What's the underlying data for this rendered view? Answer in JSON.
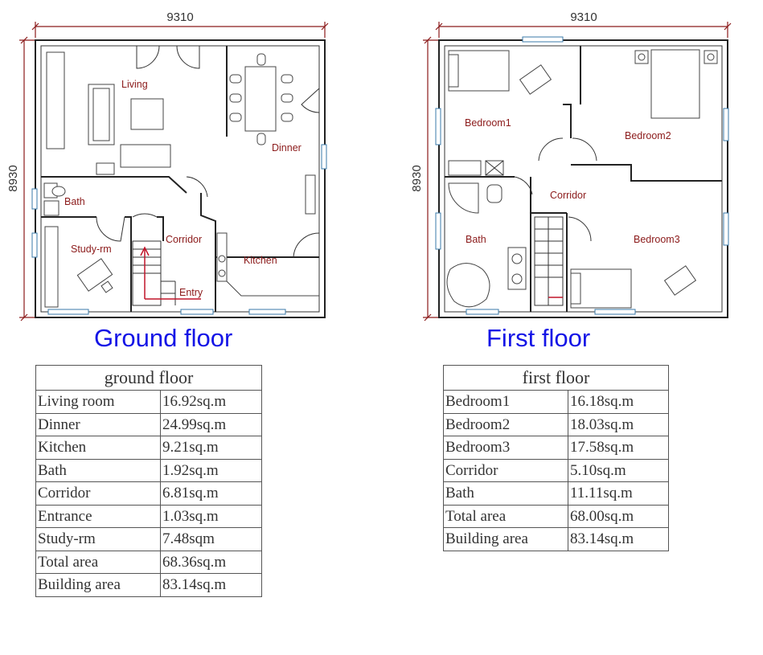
{
  "dimensions": {
    "ground_width": "9310",
    "ground_depth": "8930",
    "first_width": "9310",
    "first_depth": "8930"
  },
  "ground_rooms": {
    "living": "Living",
    "dinner": "Dinner",
    "bath": "Bath",
    "corridor": "Corridor",
    "study": "Study-rm",
    "kitchen": "Kitchen",
    "entry": "Entry"
  },
  "first_rooms": {
    "bedroom1": "Bedroom1",
    "bedroom2": "Bedroom2",
    "corridor": "Corridor",
    "bath": "Bath",
    "bedroom3": "Bedroom3"
  },
  "titles": {
    "ground": "Ground floor",
    "first": "First floor"
  },
  "ground_table": {
    "header": "ground floor",
    "rows": [
      {
        "room": "Living room",
        "area": "16.92sq.m"
      },
      {
        "room": "Dinner",
        "area": "24.99sq.m"
      },
      {
        "room": "Kitchen",
        "area": "9.21sq.m"
      },
      {
        "room": "Bath",
        "area": "1.92sq.m"
      },
      {
        "room": "Corridor",
        "area": "6.81sq.m"
      },
      {
        "room": "Entrance",
        "area": "1.03sq.m"
      },
      {
        "room": "Study-rm",
        "area": "7.48sqm"
      },
      {
        "room": "Total area",
        "area": "68.36sq.m"
      },
      {
        "room": "Building area",
        "area": "83.14sq.m"
      }
    ]
  },
  "first_table": {
    "header": "first floor",
    "rows": [
      {
        "room": "Bedroom1",
        "area": "16.18sq.m"
      },
      {
        "room": "Bedroom2",
        "area": "18.03sq.m"
      },
      {
        "room": "Bedroom3",
        "area": "17.58sq.m"
      },
      {
        "room": "Corridor",
        "area": "5.10sq.m"
      },
      {
        "room": "Bath",
        "area": "11.11sq.m"
      },
      {
        "room": "Total area",
        "area": "68.00sq.m"
      },
      {
        "room": "Building area",
        "area": "83.14sq.m"
      }
    ]
  },
  "colors": {
    "title": "#1414e6",
    "room_label": "#8b1a1a",
    "dimension_line": "#8b1a1a",
    "window": "#3a7aa8"
  }
}
